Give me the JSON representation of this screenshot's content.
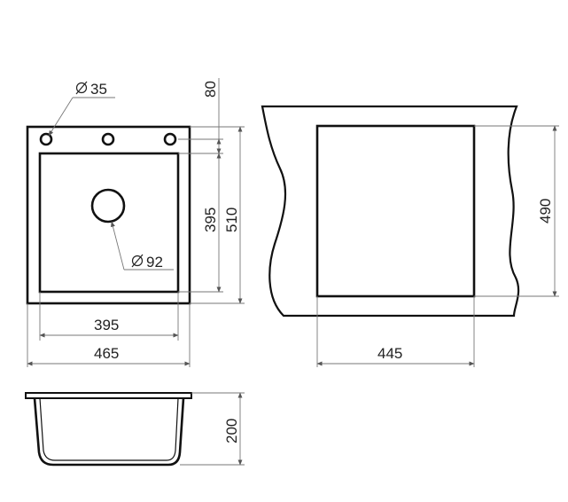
{
  "drawing": {
    "top_view": {
      "hole_diameter_label": "35",
      "drain_diameter_label": "92",
      "dim_top_offset": "80",
      "dim_bowl_height": "395",
      "dim_overall_height": "510",
      "dim_bowl_width": "395",
      "dim_overall_width": "465"
    },
    "cutout_view": {
      "dim_cutout_height": "490",
      "dim_cutout_width": "445"
    },
    "side_view": {
      "dim_depth": "200"
    }
  }
}
